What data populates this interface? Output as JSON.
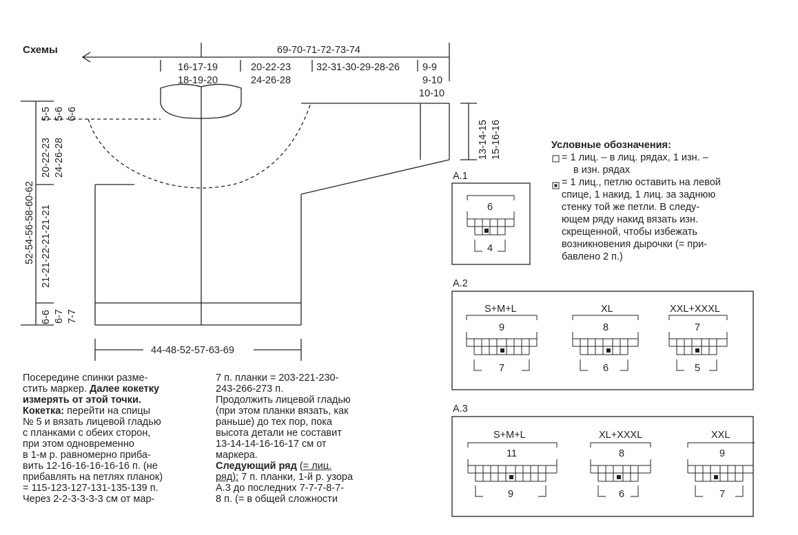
{
  "schema_title": "Схемы",
  "dimensions": {
    "top_total": "69-70-71-72-73-74",
    "neck_width_a": "16-17-19",
    "neck_width_b": "18-19-20",
    "yoke_width_a": "20-22-23",
    "yoke_width_b": "24-26-28",
    "sleeve_length": "32-31-30-29-28-26",
    "cuff_a": "9-9",
    "cuff_b": "9-10",
    "cuff_c": "10-10",
    "neck_depth_a": "5-5",
    "neck_depth_b": "5-6",
    "neck_depth_c": "6-6",
    "yoke_depth_a": "20-22-23",
    "yoke_depth_b": "24-26-28",
    "total_length": "52-54-56-58-60-62",
    "body_length": "21-21-22-21-21-21",
    "rib_a": "6-6",
    "rib_b": "6-7",
    "rib_c": "7-7",
    "sleeve_width_a": "13-14-15",
    "sleeve_width_b": "15-16-16",
    "bottom_width": "44-48-52-57-63-69"
  },
  "legend": {
    "title": "Условные обозначения:",
    "item1_line1": "= 1 лиц. – в лиц. рядах, 1 изн. –",
    "item1_line2": "в изн. рядах",
    "item2_lines": "= 1 лиц., петлю оставить на левой\nспице, 1 накид, 1 лиц. за заднюю\nстенку той же петли. В следу-\nющем ряду накид вязать изн.\nскрещенной, чтобы избежать\nвозникновения дырочки (= при-\nбавлено 2 п.)"
  },
  "charts": {
    "a1": {
      "label": "A.1",
      "top": "6",
      "bottom": "4"
    },
    "a2": {
      "label": "A.2",
      "c1": {
        "size": "S+M+L",
        "top": "9",
        "bottom": "7"
      },
      "c2": {
        "size": "XL",
        "top": "8",
        "bottom": "6"
      },
      "c3": {
        "size": "XXL+XXXL",
        "top": "7",
        "bottom": "5"
      }
    },
    "a3": {
      "label": "A.3",
      "c1": {
        "size": "S+M+L",
        "top": "11",
        "bottom": "9"
      },
      "c2": {
        "size": "XL+XXXL",
        "top": "8",
        "bottom": "6"
      },
      "c3": {
        "size": "XXL",
        "top": "9",
        "bottom": "7"
      }
    }
  },
  "text": {
    "col1_a": "Посередине спинки разме-\nстить маркер. ",
    "col1_b": "Далее кокетку\nизмерять от этой точки.\nКокетка:",
    "col1_c": " перейти на спицы\n№ 5 и вязать лицевой гладью\nс планками с обеих сторон,\nпри этом одновременно\nв 1-м р. равномерно приба-\nвить 12-16-16-16-16-16 п. (не\nприбавлять на петлях планок)\n= 115-123-127-131-135-139 п.\nЧерез 2-2-3-3-3-3 см от мар-",
    "col2_a": "7 п. планки = 203-221-230-\n243-266-273 п.\nПродолжить лицевой гладью\n(при этом планки вязать, как\nраньше) до тех пор, пока\nвысота детали не составит\n13-14-14-16-16-17 см от\nмаркера.\n",
    "col2_b": "Следующий ряд",
    "col2_c": " ",
    "col2_d": "(= лиц.\nряд):",
    "col2_e": " 7 п. планки, 1-й р. узора\nА.3 до последних 7-7-7-8-7-\n8 п. (= в общей сложности"
  }
}
